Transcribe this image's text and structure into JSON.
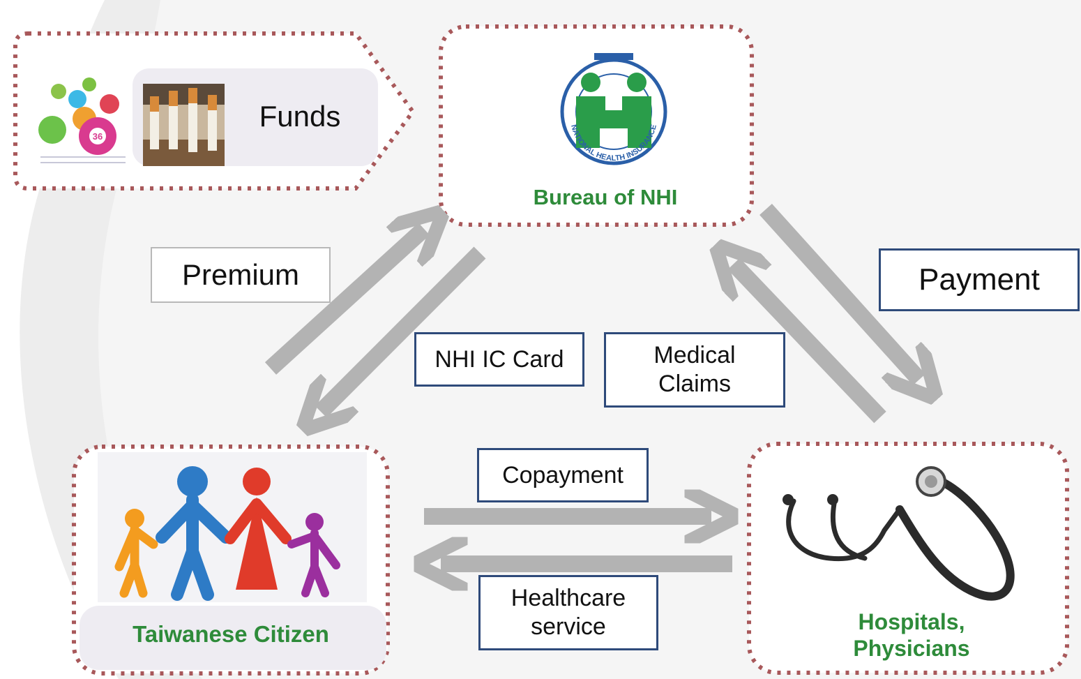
{
  "nodes": {
    "funds": {
      "label": "Funds"
    },
    "bureau": {
      "label": "Bureau of NHI",
      "logo_text": "NATIONAL HEALTH INSURANCE"
    },
    "citizen": {
      "label": "Taiwanese Citizen"
    },
    "hospitals": {
      "label_line1": "Hospitals,",
      "label_line2": "Physicians"
    }
  },
  "flows": {
    "premium": "Premium",
    "nhi_card": "NHI IC Card",
    "medical_claims_line1": "Medical",
    "medical_claims_line2": "Claims",
    "payment": "Payment",
    "copayment": "Copayment",
    "healthcare_line1": "Healthcare",
    "healthcare_line2": "service"
  },
  "colors": {
    "green_label": "#2e8b3a",
    "dotted_border": "#a8585a",
    "arrow_grey": "#b3b3b3",
    "label_border": "#2e4a7a",
    "logo_green": "#2a9d4a",
    "logo_blue": "#2a5fa8"
  }
}
